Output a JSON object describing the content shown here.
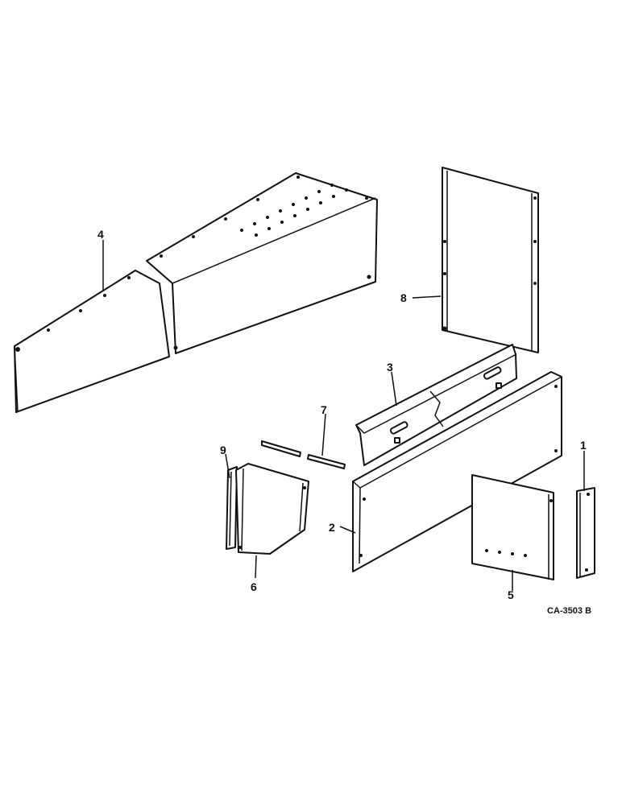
{
  "callouts": {
    "p1": "1",
    "p2": "2",
    "p3": "3",
    "p4": "4",
    "p5": "5",
    "p6": "6",
    "p7": "7",
    "p8": "8",
    "p9": "9"
  },
  "figure_ref": "CA-3503 B"
}
